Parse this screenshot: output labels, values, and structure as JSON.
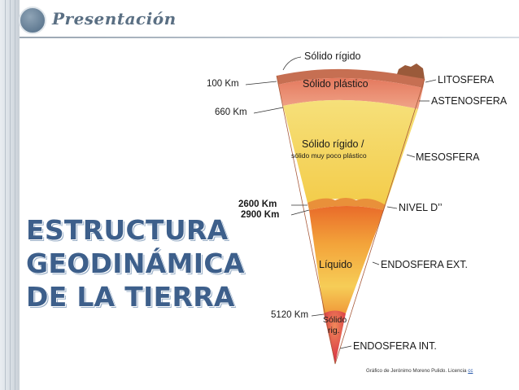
{
  "header": {
    "title": "Presentación"
  },
  "title_lines": [
    "ESTRUCTURA",
    "GEODINÁMICA",
    "DE LA TIERRA"
  ],
  "depths": {
    "d100": "100 Km",
    "d660": "660 Km",
    "d2600": "2600 Km",
    "d2900": "2900 Km",
    "d5120": "5120 Km"
  },
  "states": {
    "solido_rigido_top": "Sólido rígido",
    "solido_plastico": "Sólido plástico",
    "solido_rigido_meso": "Sólido rígido /",
    "muy_poco_plastico": "sólido muy poco plástico",
    "liquido": "Líquido",
    "solido_core_1": "Sólido",
    "solido_core_2": "rig."
  },
  "layers": {
    "litosfera": "LITOSFERA",
    "astenosfera": "ASTENOSFERA",
    "mesosfera": "MESOSFERA",
    "nivel_d": "NIVEL D’’",
    "endosfera_ext": "ENDOSFERA EXT.",
    "endosfera_int": "ENDOSFERA INT."
  },
  "credit": {
    "text": "Gráfico de Jerónimo Moreno Pulido. Licencia",
    "link": "cc"
  },
  "colors": {
    "title_blue": "#3d5f8b",
    "lithosphere": "#c97a5a",
    "asthenosphere": "#e78a6e",
    "mesosphere": "#f2d55a",
    "outer_core": "#f0a040",
    "inner_core": "#d8324a"
  }
}
